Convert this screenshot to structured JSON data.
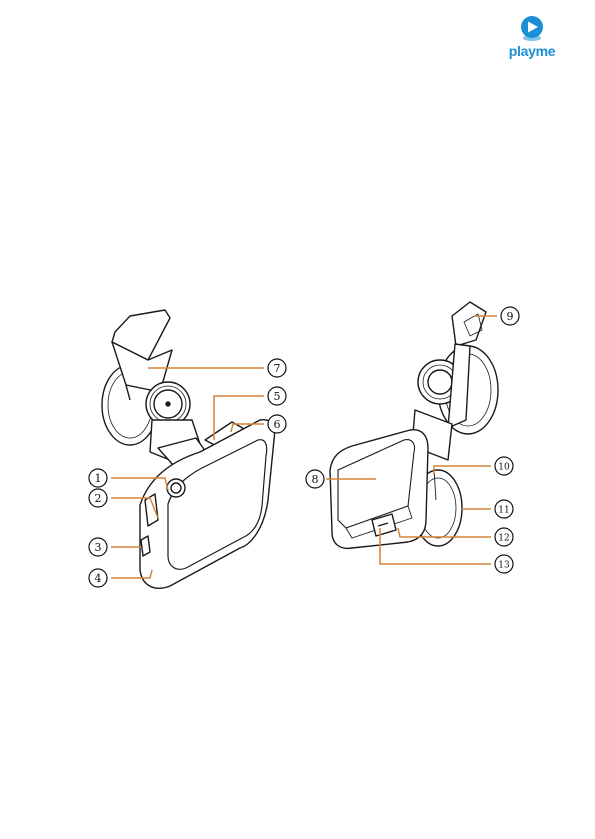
{
  "logo": {
    "text": "playme",
    "color": "#1a8fd6"
  },
  "colors": {
    "leader": "#d6843a",
    "line": "#1a1a1a"
  },
  "callouts": [
    {
      "id": "1",
      "label": "1"
    },
    {
      "id": "2",
      "label": "2"
    },
    {
      "id": "3",
      "label": "3"
    },
    {
      "id": "4",
      "label": "4"
    },
    {
      "id": "5",
      "label": "5"
    },
    {
      "id": "6",
      "label": "6"
    },
    {
      "id": "7",
      "label": "7"
    },
    {
      "id": "8",
      "label": "8"
    },
    {
      "id": "9",
      "label": "9"
    },
    {
      "id": "10",
      "label": "10"
    },
    {
      "id": "11",
      "label": "11"
    },
    {
      "id": "12",
      "label": "12"
    },
    {
      "id": "13",
      "label": "13"
    }
  ]
}
